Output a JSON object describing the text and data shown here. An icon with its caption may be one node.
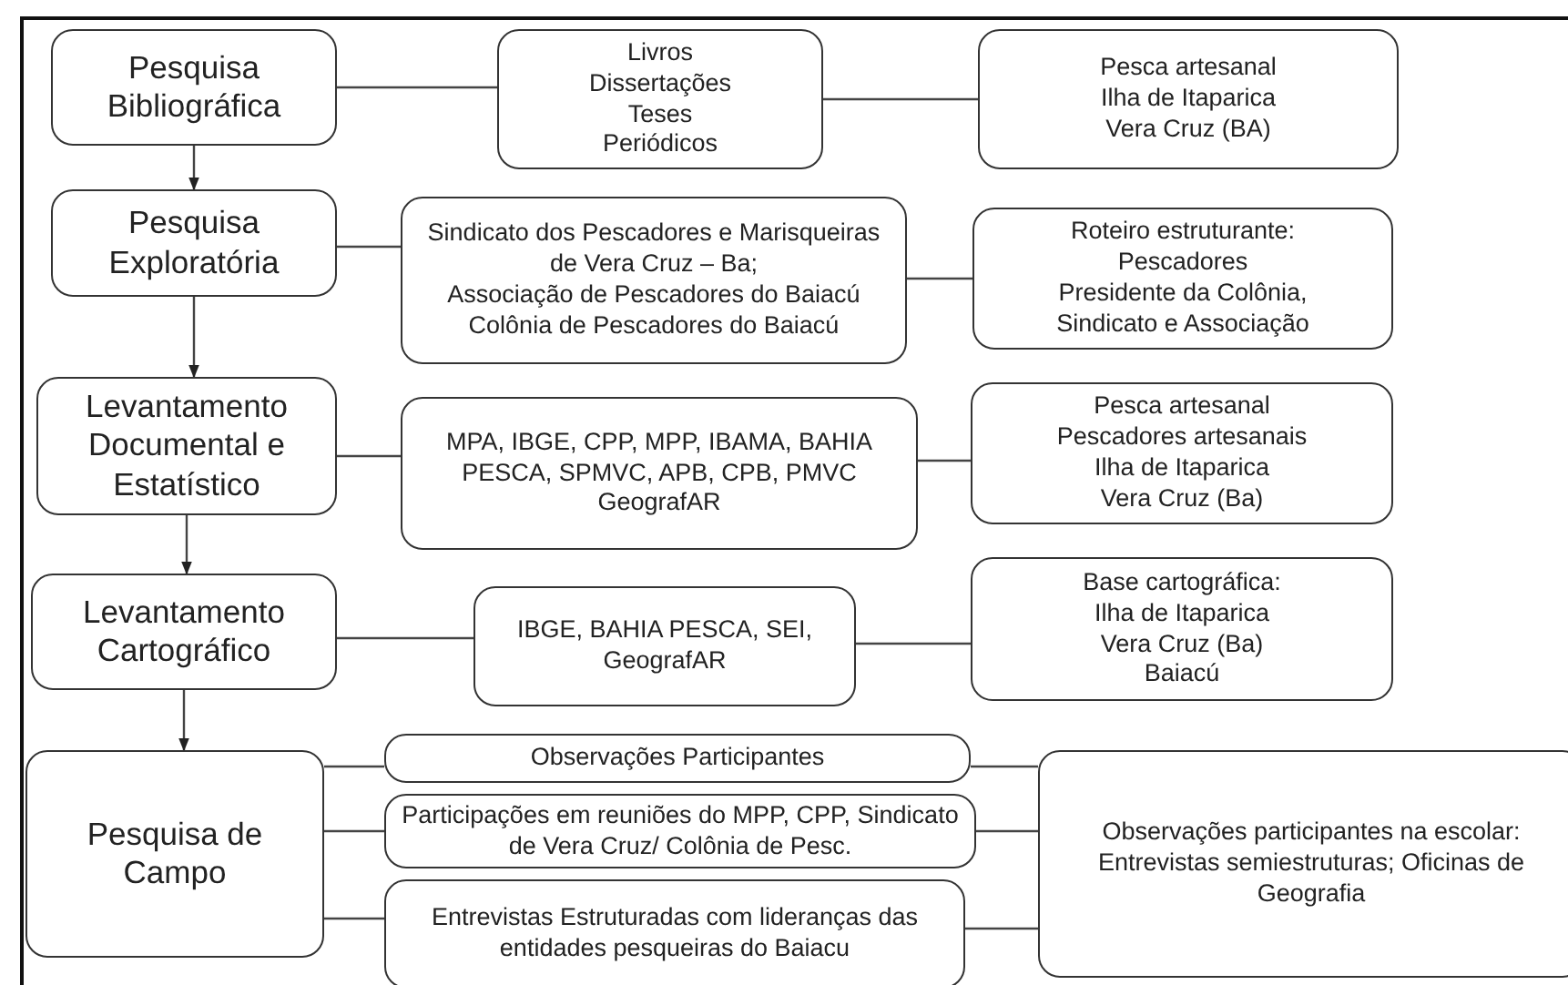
{
  "diagram": {
    "nodes": [
      {
        "text": [
          "Pesquisa Bibliográfica"
        ]
      },
      {
        "text": [
          "Livros",
          "Dissertações",
          "Teses",
          "Periódicos"
        ]
      },
      {
        "text": [
          "Pesca artesanal",
          "Ilha de Itaparica",
          "Vera Cruz (BA)"
        ]
      },
      {
        "text": [
          "Pesquisa Exploratória"
        ]
      },
      {
        "text": [
          "Sindicato dos Pescadores e Marisqueiras de Vera Cruz – Ba;",
          "Associação de Pescadores do Baiacú",
          "Colônia de Pescadores do Baiacú"
        ]
      },
      {
        "text": [
          "Roteiro estruturante:",
          "Pescadores",
          "Presidente da Colônia, Sindicato e Associação"
        ]
      },
      {
        "text": [
          "Levantamento Documental e Estatístico"
        ]
      },
      {
        "text": [
          "MPA, IBGE, CPP, MPP, IBAMA, BAHIA PESCA, SPMVC, APB, CPB, PMVC GeografAR"
        ]
      },
      {
        "text": [
          "Pesca artesanal",
          "Pescadores artesanais",
          "Ilha de Itaparica",
          "Vera Cruz (Ba)"
        ]
      },
      {
        "text": [
          "Levantamento Cartográfico"
        ]
      },
      {
        "text": [
          "IBGE, BAHIA PESCA, SEI, GeografAR"
        ]
      },
      {
        "text": [
          "Base cartográfica:",
          "Ilha de Itaparica",
          "Vera Cruz (Ba)",
          "Baiacú"
        ]
      },
      {
        "text": [
          "Pesquisa de Campo"
        ]
      },
      {
        "text": [
          "Observações Participantes"
        ]
      },
      {
        "text": [
          "Participações em reuniões do MPP, CPP, Sindicato de Vera Cruz/ Colônia de Pesc."
        ]
      },
      {
        "text": [
          "Entrevistas Estruturadas com lideranças das entidades pesqueiras do Baiacu"
        ]
      },
      {
        "text": [
          "Observações participantes na escolar: Entrevistas semiestruturas; Oficinas de Geografia"
        ]
      }
    ],
    "edges": [
      {
        "from": 0,
        "to": 1,
        "arrow": "none"
      },
      {
        "from": 1,
        "to": 2,
        "arrow": "none"
      },
      {
        "from": 0,
        "to": 3,
        "arrow": "to"
      },
      {
        "from": 3,
        "to": 4,
        "arrow": "none"
      },
      {
        "from": 4,
        "to": 5,
        "arrow": "none"
      },
      {
        "from": 3,
        "to": 6,
        "arrow": "to"
      },
      {
        "from": 6,
        "to": 7,
        "arrow": "none"
      },
      {
        "from": 7,
        "to": 8,
        "arrow": "none"
      },
      {
        "from": 6,
        "to": 9,
        "arrow": "to"
      },
      {
        "from": 9,
        "to": 10,
        "arrow": "none"
      },
      {
        "from": 10,
        "to": 11,
        "arrow": "none"
      },
      {
        "from": 9,
        "to": 12,
        "arrow": "to"
      },
      {
        "from": 12,
        "to": 13,
        "arrow": "none"
      },
      {
        "from": 12,
        "to": 14,
        "arrow": "none"
      },
      {
        "from": 12,
        "to": 15,
        "arrow": "none"
      },
      {
        "from": 13,
        "to": 16,
        "arrow": "none"
      },
      {
        "from": 14,
        "to": 16,
        "arrow": "none"
      },
      {
        "from": 15,
        "to": 16,
        "arrow": "none"
      }
    ]
  }
}
